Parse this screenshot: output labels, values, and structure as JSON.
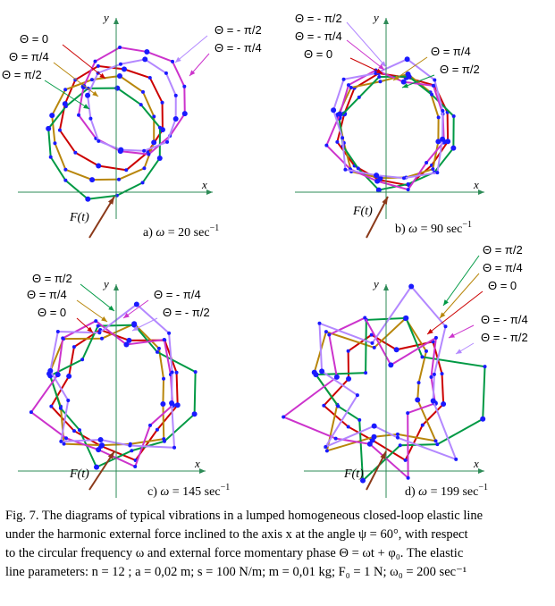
{
  "panels": [
    {
      "id": "a",
      "caption_letter": "a)",
      "omega_symbol": "ω",
      "caption_rest": "= 20 sec",
      "caption_exp": "−1",
      "force_label": "F(t)",
      "axis_x": "x",
      "axis_y": "y",
      "labels": [
        {
          "text": "Θ = 0",
          "color": "#cc0000"
        },
        {
          "text": "Θ = π/4",
          "color": "#b8860b"
        },
        {
          "text": "Θ = π/2",
          "color": "#009944"
        },
        {
          "text": "Θ = - π/2",
          "color": "#b388ff"
        },
        {
          "text": "Θ = - π/4",
          "color": "#cc33cc"
        }
      ]
    },
    {
      "id": "b",
      "caption_letter": "b)",
      "omega_symbol": "ω",
      "caption_rest": "= 90 sec",
      "caption_exp": "−1",
      "force_label": "F(t)",
      "axis_x": "x",
      "axis_y": "y",
      "labels": [
        {
          "text": "Θ = - π/2",
          "color": "#b388ff"
        },
        {
          "text": "Θ = - π/4",
          "color": "#cc33cc"
        },
        {
          "text": "Θ = 0",
          "color": "#cc0000"
        },
        {
          "text": "Θ = π/4",
          "color": "#b8860b"
        },
        {
          "text": "Θ = π/2",
          "color": "#009944"
        }
      ]
    },
    {
      "id": "c",
      "caption_letter": "c)",
      "omega_symbol": "ω",
      "caption_rest": "= 145 sec",
      "caption_exp": "−1",
      "force_label": "F(t)",
      "axis_x": "x",
      "axis_y": "y",
      "labels": [
        {
          "text": "Θ = π/2",
          "color": "#009944"
        },
        {
          "text": "Θ = π/4",
          "color": "#b8860b"
        },
        {
          "text": "Θ = 0",
          "color": "#cc0000"
        },
        {
          "text": "Θ = - π/4",
          "color": "#cc33cc"
        },
        {
          "text": "Θ = - π/2",
          "color": "#b388ff"
        }
      ]
    },
    {
      "id": "d",
      "caption_letter": "d)",
      "omega_symbol": "ω",
      "caption_rest": "= 199 sec",
      "caption_exp": "−1",
      "force_label": "F(t)",
      "axis_x": "x",
      "axis_y": "y",
      "labels": [
        {
          "text": "Θ = π/2",
          "color": "#009944"
        },
        {
          "text": "Θ = π/4",
          "color": "#b8860b"
        },
        {
          "text": "Θ = 0",
          "color": "#cc0000"
        },
        {
          "text": "Θ = - π/4",
          "color": "#cc33cc"
        },
        {
          "text": "Θ = - π/2",
          "color": "#b388ff"
        }
      ]
    }
  ],
  "caption": {
    "line1": "Fig. 7. The diagrams of typical vibrations in a lumped homogeneous closed-loop elastic line",
    "line2": "under the harmonic external force inclined to the axis  x  at the angle  ψ = 60°, with respect",
    "line3": "to the circular frequency  ω  and external force momentary phase  Θ = ωt + φ₀. The elastic",
    "line4": "line parameters: n = 12 ;  a = 0,02 m;  s = 100 N/m;  m = 0,01 kg;  F₀ = 1 N;  ω₀ = 200 sec⁻¹"
  },
  "colors": {
    "theta_0": "#cc0000",
    "theta_pi4": "#b8860b",
    "theta_pi2": "#009944",
    "theta_mpi4": "#cc33cc",
    "theta_mpi2": "#b388ff",
    "axis": "#2e8b57",
    "node": "#1a1aff",
    "force": "#8b3a1a"
  }
}
